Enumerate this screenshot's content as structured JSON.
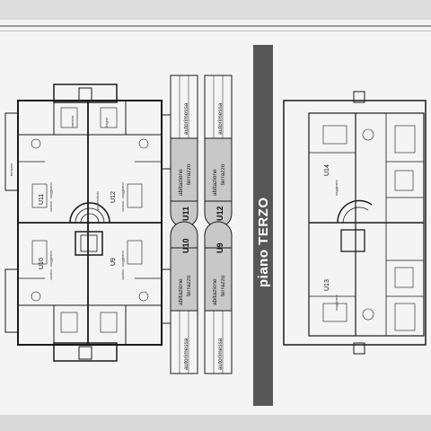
{
  "floor": {
    "title": "piano TERZO"
  },
  "left_plan": {
    "units": [
      {
        "id": "U11",
        "room_label": "cucina - soggiorno"
      },
      {
        "id": "U12",
        "room_label": "cucina - soggiorno"
      },
      {
        "id": "U10",
        "room_label": "cucina - soggiorno"
      },
      {
        "id": "U9",
        "room_label": "cucina - soggiorno"
      }
    ],
    "terrace_note": "terrazzo",
    "stair_note": "pianerottolo",
    "bedroom_label": "camera",
    "bath_label": "bagno"
  },
  "legend": {
    "columns": [
      {
        "unit": "U11",
        "items": [
          "autorimessa",
          "abitazione",
          "terrazzo"
        ]
      },
      {
        "unit": "U12",
        "items": [
          "autorimessa",
          "abitazione",
          "terrazzo"
        ]
      },
      {
        "unit": "U10",
        "items": [
          "autorimessa",
          "abitazione",
          "terrazzo"
        ]
      },
      {
        "unit": "U9",
        "items": [
          "autorimessa",
          "abitazione",
          "terrazzo"
        ]
      }
    ]
  },
  "right_plan": {
    "units": [
      {
        "id": "U14"
      },
      {
        "id": "U13"
      }
    ],
    "room_label": "soggiorno"
  },
  "colors": {
    "title_band": "#575757",
    "line": "#1a1a1a",
    "shade": "#c8c8c8"
  }
}
